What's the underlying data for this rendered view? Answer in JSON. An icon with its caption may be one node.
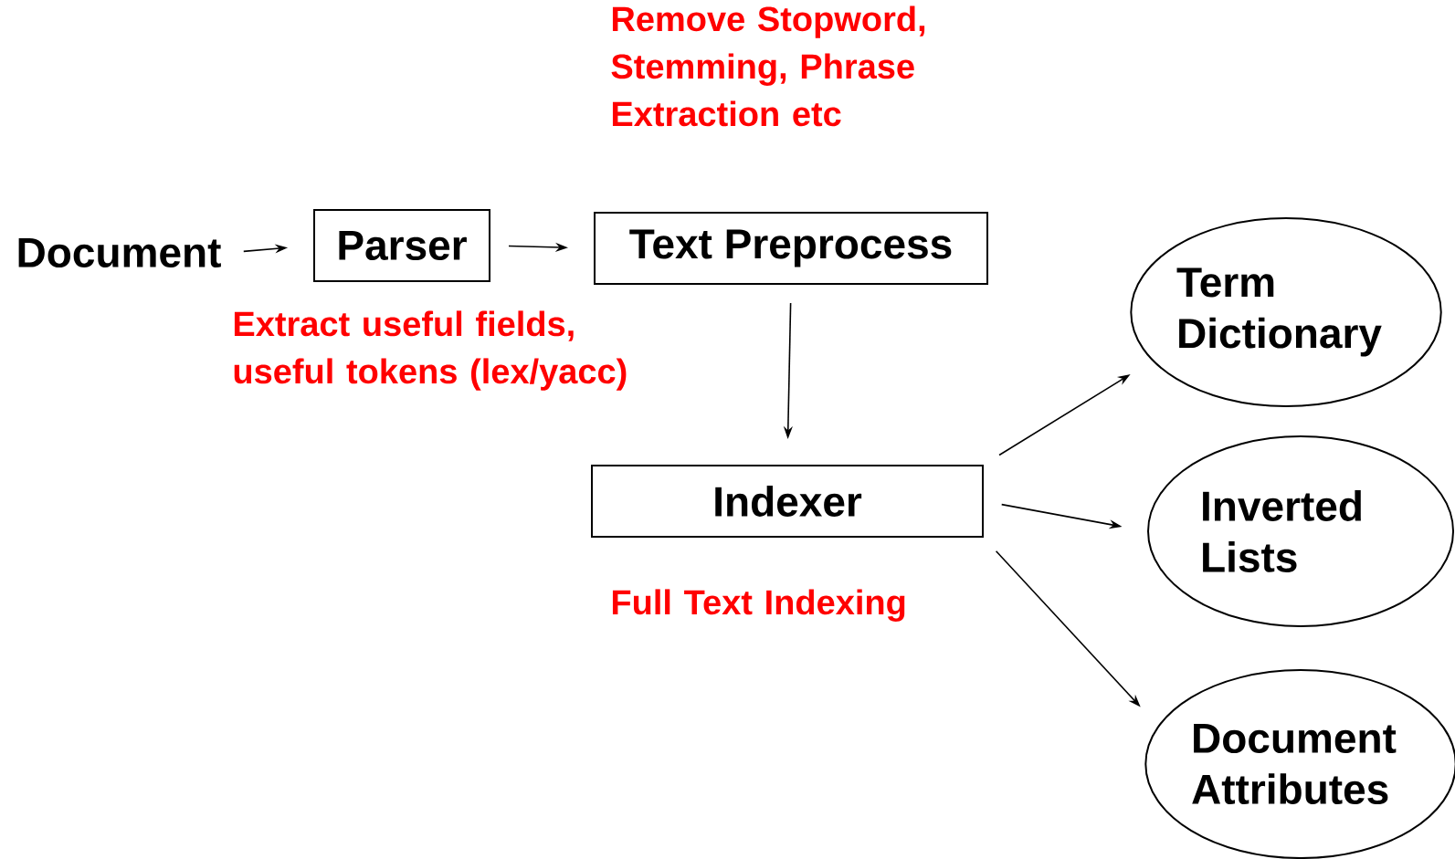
{
  "diagram": {
    "nodes": [
      {
        "text": [
          "Document"
        ]
      },
      {
        "text": [
          "Parser"
        ],
        "beside": [
          "Extract useful fields, useful tokens (lex/yacc)"
        ]
      },
      {
        "text": [
          "Text Preprocess"
        ],
        "beside": [
          "Remove Stopword, Stemming, Phrase Extraction etc"
        ]
      },
      {
        "text": [
          "Indexer"
        ],
        "beside": [
          "Full Text Indexing"
        ]
      },
      {
        "text": [
          "Term Dictionary"
        ]
      },
      {
        "text": [
          "Inverted Lists"
        ]
      },
      {
        "text": [
          "Document Attributes"
        ]
      }
    ],
    "edges": [
      {
        "from": 0,
        "to": 1,
        "arrow": "to"
      },
      {
        "from": 1,
        "to": 2,
        "arrow": "to"
      },
      {
        "from": 2,
        "to": 3,
        "arrow": "to"
      },
      {
        "from": 3,
        "to": 4,
        "arrow": "to"
      },
      {
        "from": 3,
        "to": 5,
        "arrow": "to"
      },
      {
        "from": 3,
        "to": 6,
        "arrow": "to"
      }
    ]
  }
}
